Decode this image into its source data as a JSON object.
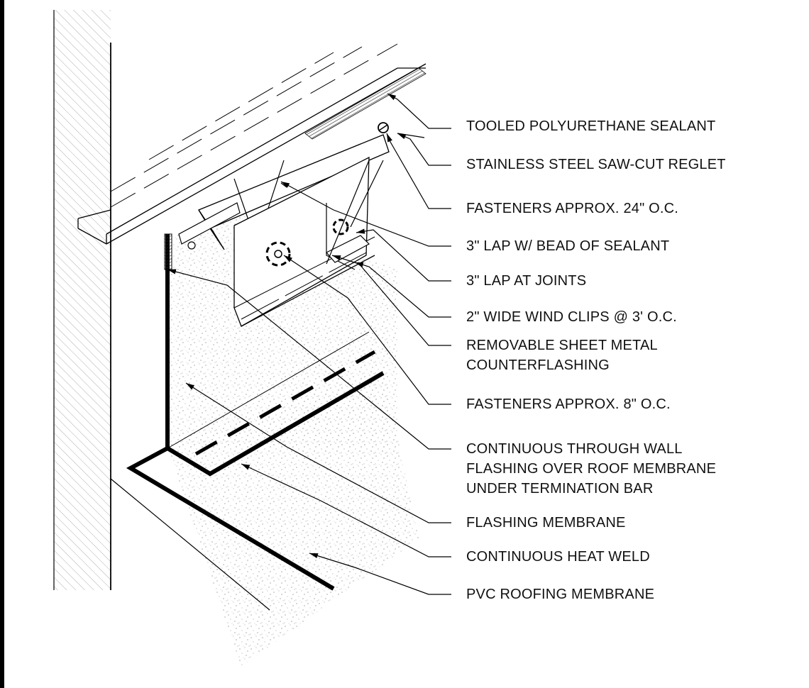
{
  "detail": {
    "callouts": [
      {
        "id": "sealant",
        "text": "TOOLED POLYURETHANE SEALANT"
      },
      {
        "id": "reglet",
        "text": "STAINLESS STEEL SAW-CUT REGLET"
      },
      {
        "id": "fasteners-24",
        "text": "FASTENERS APPROX. 24\" O.C."
      },
      {
        "id": "lap-sealant",
        "text": "3\" LAP W/ BEAD OF SEALANT"
      },
      {
        "id": "lap-joints",
        "text": "3\" LAP AT JOINTS"
      },
      {
        "id": "wind-clips",
        "text": "2\" WIDE WIND CLIPS @ 3' O.C."
      },
      {
        "id": "counterflashing-1",
        "text": "REMOVABLE SHEET METAL"
      },
      {
        "id": "counterflashing-2",
        "text": "COUNTERFLASHING"
      },
      {
        "id": "fasteners-8",
        "text": "FASTENERS APPROX. 8\" O.C."
      },
      {
        "id": "through-wall-1",
        "text": "CONTINUOUS THROUGH WALL"
      },
      {
        "id": "through-wall-2",
        "text": "FLASHING OVER ROOF MEMBRANE"
      },
      {
        "id": "through-wall-3",
        "text": "UNDER TERMINATION BAR"
      },
      {
        "id": "flashing-membrane",
        "text": "FLASHING MEMBRANE"
      },
      {
        "id": "heat-weld",
        "text": "CONTINUOUS HEAT WELD"
      },
      {
        "id": "pvc-membrane",
        "text": "PVC ROOFING MEMBRANE"
      }
    ]
  }
}
